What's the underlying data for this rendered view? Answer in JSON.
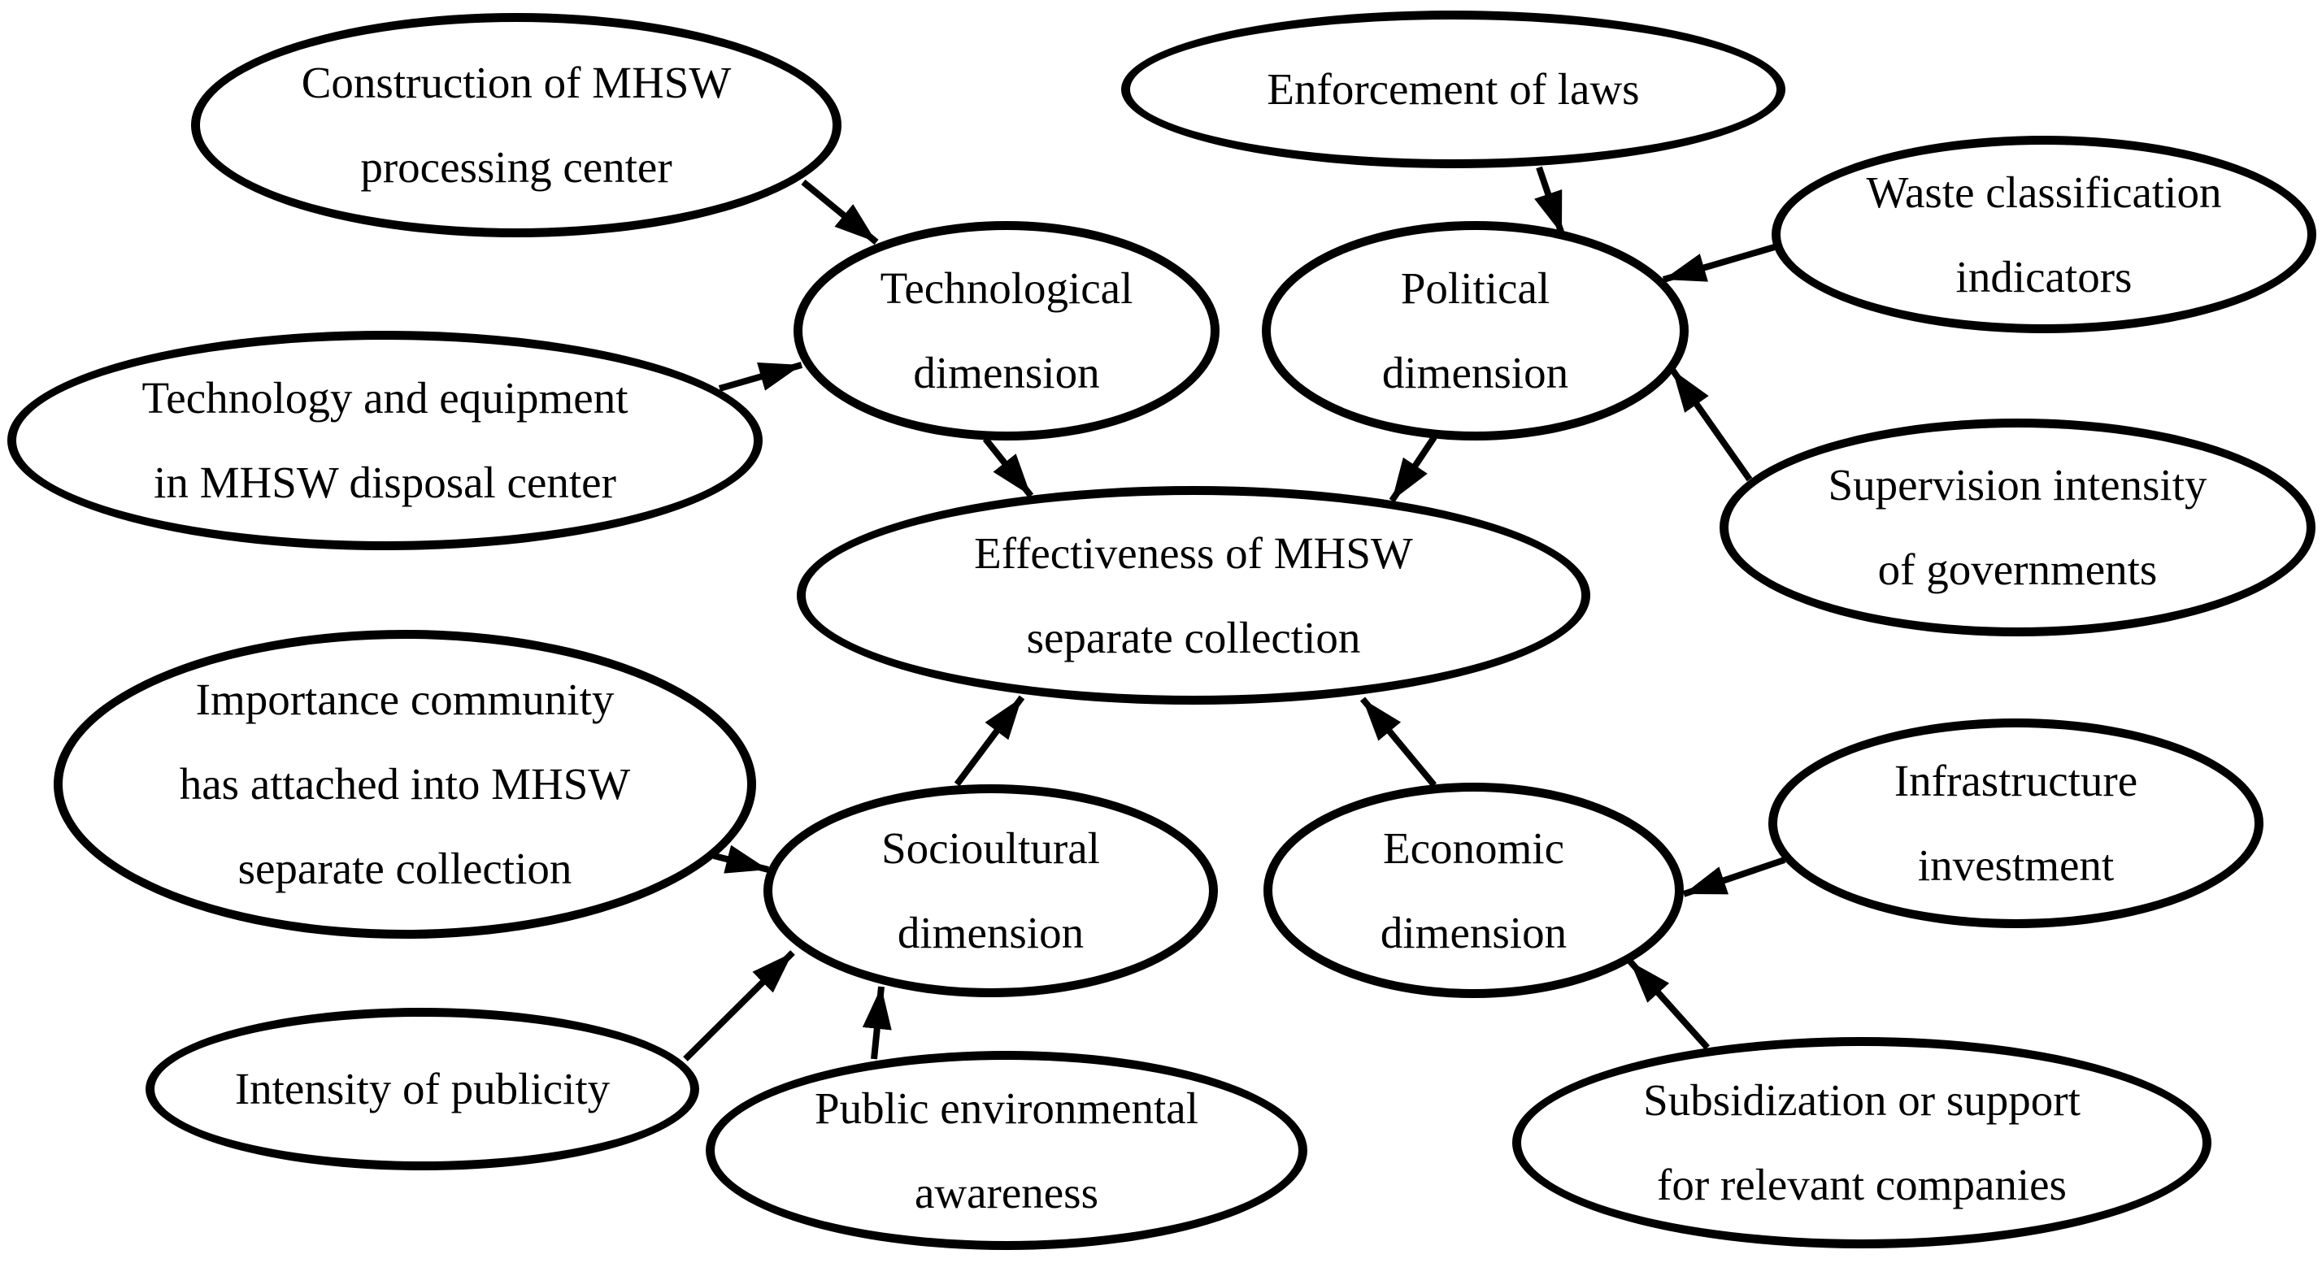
{
  "figure": {
    "type": "concept-diagram",
    "background_color": "#ffffff",
    "ink_color": "#000000",
    "description_visible_content_only": "Ellipse nodes connected by arrows"
  },
  "nodes": {
    "construction": {
      "lines": [
        "Construction of MHSW",
        "processing center"
      ]
    },
    "enforcement": {
      "lines": [
        "Enforcement of laws"
      ]
    },
    "waste_indicators": {
      "lines": [
        "Waste classification",
        "indicators"
      ]
    },
    "technological": {
      "lines": [
        "Technological",
        "dimension"
      ]
    },
    "political": {
      "lines": [
        "Political",
        "dimension"
      ]
    },
    "technology_equipment": {
      "lines": [
        "Technology and equipment",
        "in MHSW disposal center"
      ]
    },
    "supervision": {
      "lines": [
        "Supervision intensity",
        "of governments"
      ]
    },
    "effectiveness": {
      "lines": [
        "Effectiveness of MHSW",
        "separate collection"
      ]
    },
    "importance": {
      "lines": [
        "Importance community",
        "has attached into MHSW",
        "separate collection"
      ]
    },
    "sociocultural": {
      "lines": [
        "Socioultural",
        "dimension"
      ]
    },
    "economic": {
      "lines": [
        "Economic",
        "dimension"
      ]
    },
    "infrastructure": {
      "lines": [
        "Infrastructure",
        "investment"
      ]
    },
    "intensity_publicity": {
      "lines": [
        "Intensity of publicity"
      ]
    },
    "public_awareness": {
      "lines": [
        "Public environmental",
        "awareness"
      ]
    },
    "subsidization": {
      "lines": [
        "Subsidization or support",
        "for relevant companies"
      ]
    }
  },
  "edges": [
    {
      "from": "construction",
      "to": "technological"
    },
    {
      "from": "technology_equipment",
      "to": "technological"
    },
    {
      "from": "enforcement",
      "to": "political"
    },
    {
      "from": "waste_indicators",
      "to": "political"
    },
    {
      "from": "supervision",
      "to": "political"
    },
    {
      "from": "technological",
      "to": "effectiveness"
    },
    {
      "from": "political",
      "to": "effectiveness"
    },
    {
      "from": "importance",
      "to": "sociocultural"
    },
    {
      "from": "intensity_publicity",
      "to": "sociocultural"
    },
    {
      "from": "public_awareness",
      "to": "sociocultural"
    },
    {
      "from": "sociocultural",
      "to": "effectiveness"
    },
    {
      "from": "infrastructure",
      "to": "economic"
    },
    {
      "from": "subsidization",
      "to": "economic"
    },
    {
      "from": "economic",
      "to": "effectiveness"
    }
  ]
}
